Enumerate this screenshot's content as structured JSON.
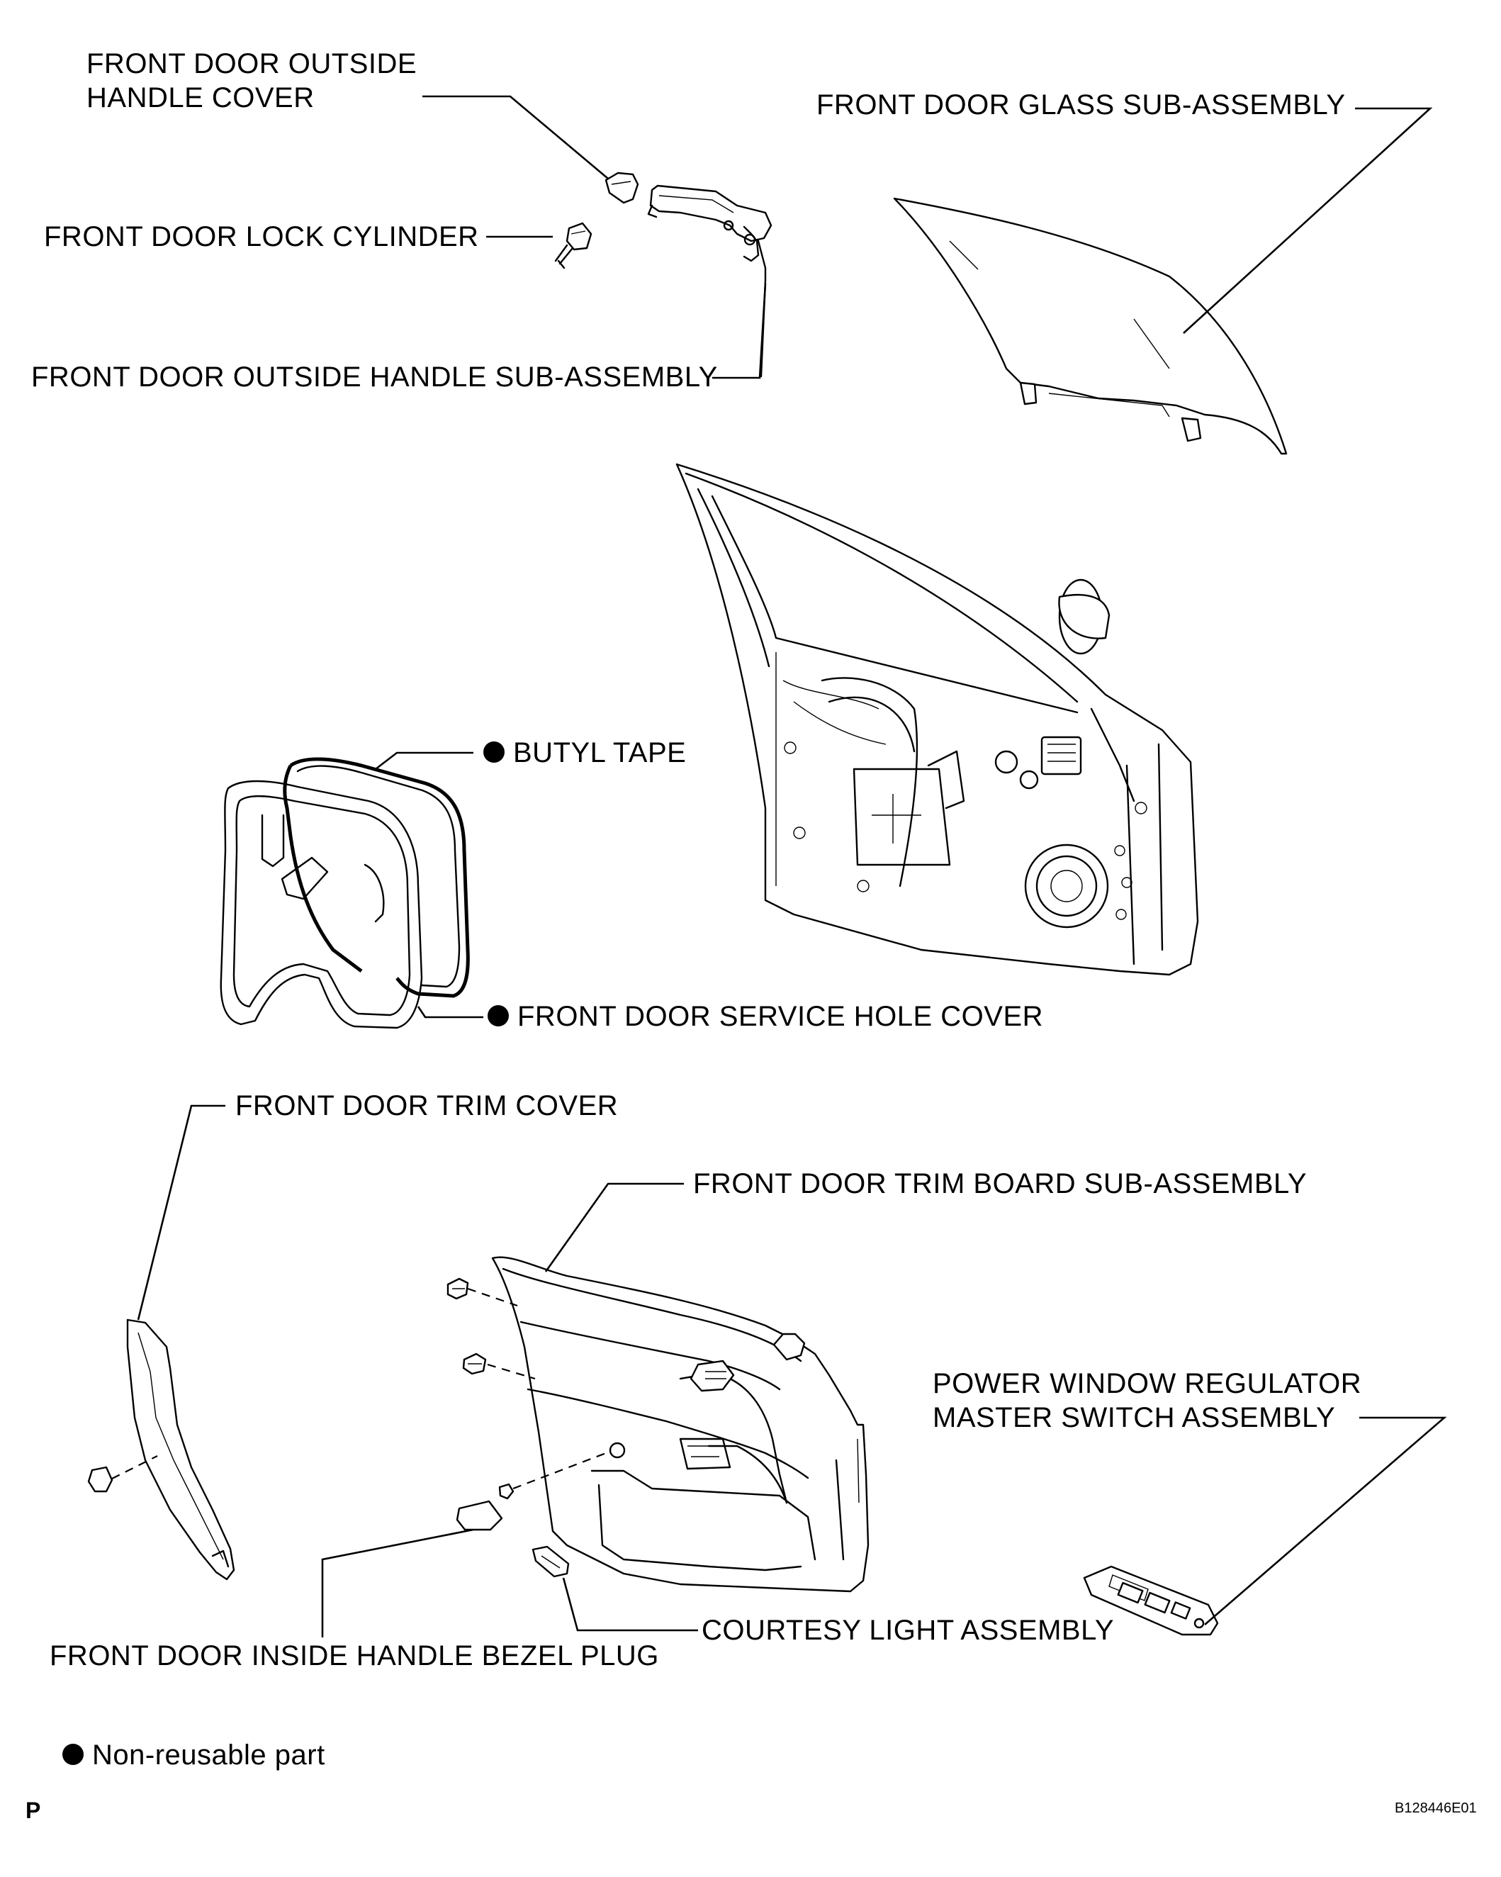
{
  "labels": {
    "outside_handle_cover_l1": "FRONT DOOR OUTSIDE",
    "outside_handle_cover_l2": "HANDLE COVER",
    "lock_cylinder": "FRONT DOOR LOCK CYLINDER",
    "outside_handle_sub_assembly": "FRONT DOOR OUTSIDE HANDLE SUB-ASSEMBLY",
    "glass_sub_assembly": "FRONT DOOR GLASS SUB-ASSEMBLY",
    "butyl_tape": "BUTYL TAPE",
    "service_hole_cover": "FRONT DOOR SERVICE HOLE COVER",
    "trim_cover": "FRONT DOOR TRIM COVER",
    "trim_board_sub_assembly": "FRONT DOOR TRIM BOARD SUB-ASSEMBLY",
    "master_switch_l1": "POWER WINDOW REGULATOR",
    "master_switch_l2": "MASTER SWITCH ASSEMBLY",
    "courtesy_light": "COURTESY LIGHT ASSEMBLY",
    "inside_handle_bezel_plug": "FRONT DOOR INSIDE HANDLE BEZEL PLUG"
  },
  "legend": {
    "symbol": "filled-circle",
    "text": "Non-reusable part"
  },
  "footer": {
    "page_letter": "P",
    "figure_code": "B128446E01"
  },
  "non_reusable_parts": [
    "BUTYL TAPE",
    "FRONT DOOR SERVICE HOLE COVER"
  ]
}
